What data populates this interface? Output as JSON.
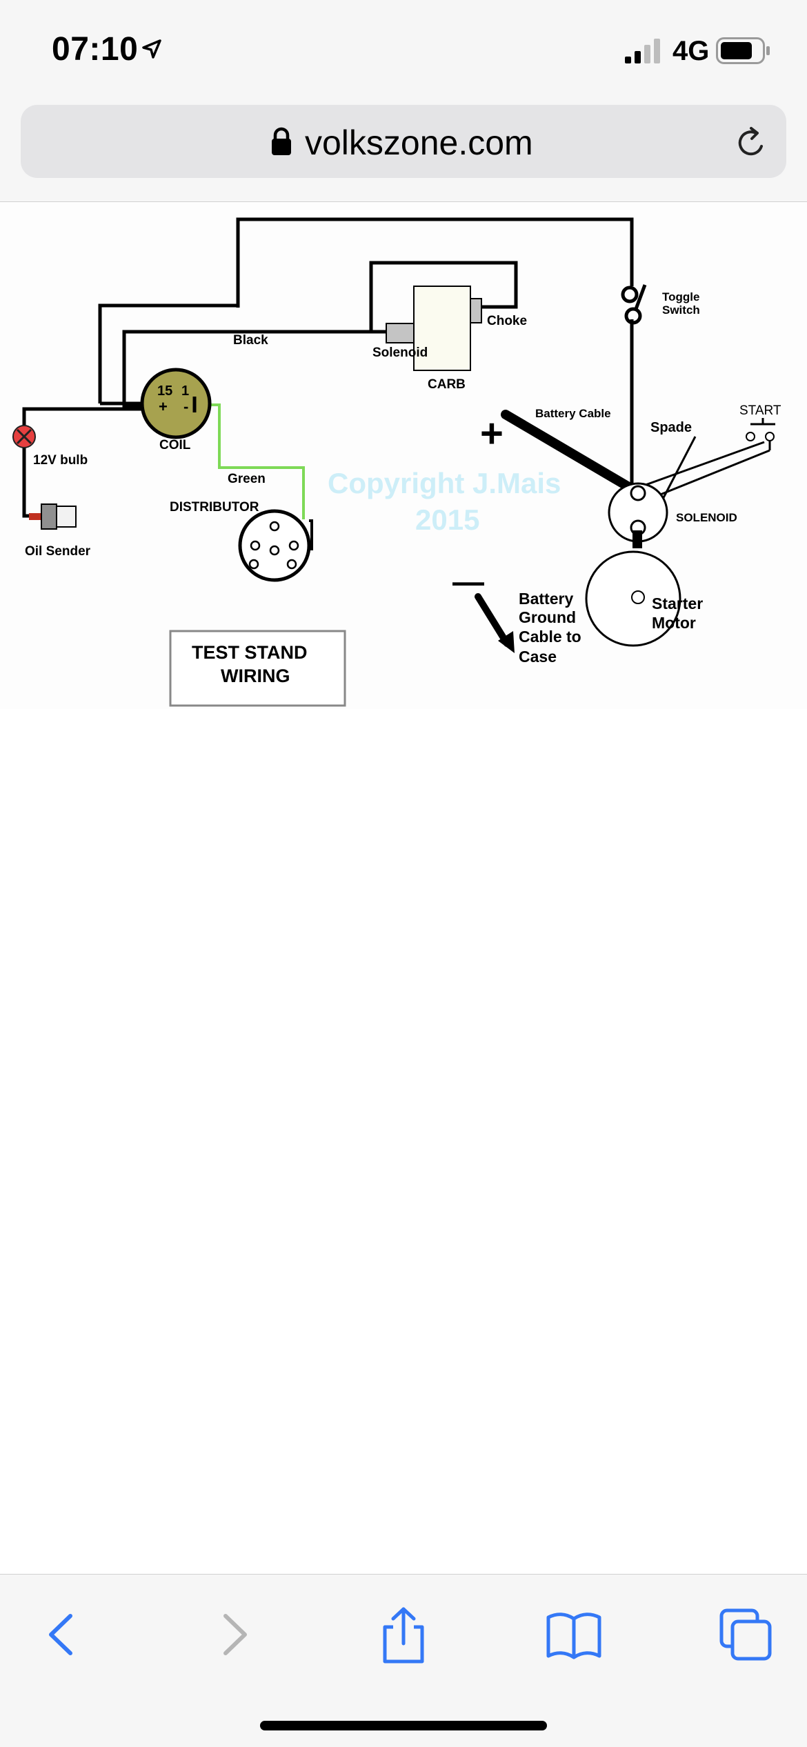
{
  "status": {
    "time": "07:10",
    "network": "4G"
  },
  "browser": {
    "url": "volkszone.com"
  },
  "diagram": {
    "labels": {
      "black": "Black",
      "solenoid_carb": "Solenoid",
      "choke": "Choke",
      "carb": "CARB",
      "toggle_1": "Toggle",
      "toggle_2": "Switch",
      "coil_15": "15",
      "coil_1": "1",
      "coil_plus": "+",
      "coil_minus": "-",
      "coil": "COIL",
      "bulb": "12V bulb",
      "oil_sender": "Oil Sender",
      "green": "Green",
      "distributor": "DISTRIBUTOR",
      "copyright_1": "Copyright J.Mais",
      "copyright_2": "2015",
      "battery_cable": "Battery Cable",
      "plus": "+",
      "minus": "—",
      "spade": "Spade",
      "start": "START",
      "solenoid_starter": "SOLENOID",
      "ground_1": "Battery",
      "ground_2": "Ground",
      "ground_3": "Cable to",
      "ground_4": "Case",
      "starter_1": "Starter",
      "starter_2": "Motor",
      "title_1": "TEST STAND",
      "title_2": "WIRING"
    }
  },
  "toolbar": {
    "icons": [
      "back-icon",
      "forward-icon",
      "share-icon",
      "bookmarks-icon",
      "tabs-icon"
    ]
  },
  "colors": {
    "accent": "#3478f6",
    "disabled": "#b5b5b5",
    "coil": "#a7a24f",
    "bulb": "#e64040",
    "green_wire": "#7ed957",
    "watermark": "#cdeef8"
  }
}
